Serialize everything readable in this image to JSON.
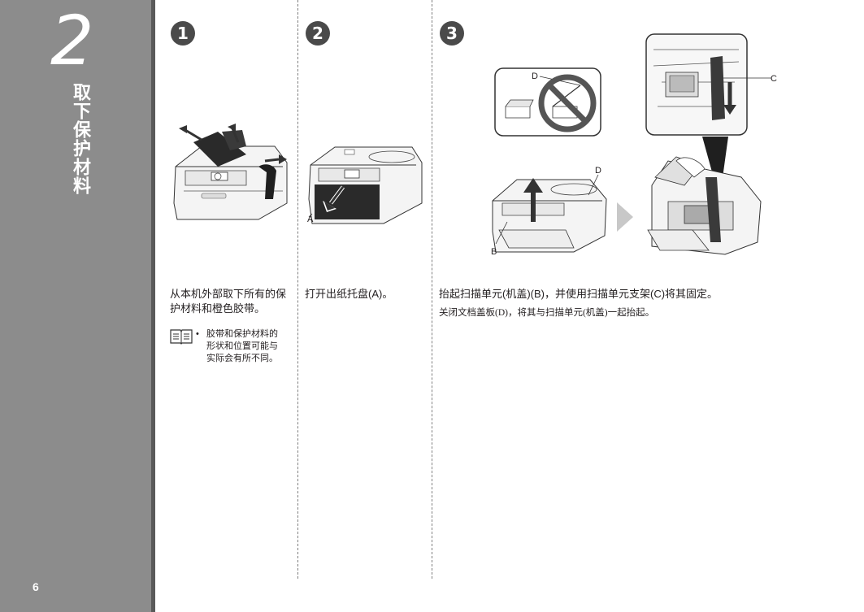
{
  "sidebar": {
    "step_number": "2",
    "title": "取下保护材料",
    "page_number": "6"
  },
  "steps": [
    {
      "number": "1",
      "text": "从本机外部取下所有的保护材料和橙色胶带。",
      "note": "胶带和保护材料的形状和位置可能与实际会有所不同。",
      "note_bullet": "•"
    },
    {
      "number": "2",
      "text": "打开出纸托盘(A)。",
      "label_a": "A"
    },
    {
      "number": "3",
      "text": "抬起扫描单元(机盖)(B)，并使用扫描单元支架(C)将其固定。",
      "subtext": "关闭文档盖板(D)，将其与扫描单元(机盖)一起抬起。",
      "label_b": "B",
      "label_c": "C",
      "label_d": "D"
    }
  ],
  "icons": {
    "note": "manual-note-icon",
    "arrow": "chevron-right-icon",
    "prohibited": "prohibited-icon"
  },
  "colors": {
    "sidebar": "#8c8c8c",
    "sidebar_edge": "#5a5a5a",
    "circle": "#4a4a4a"
  }
}
